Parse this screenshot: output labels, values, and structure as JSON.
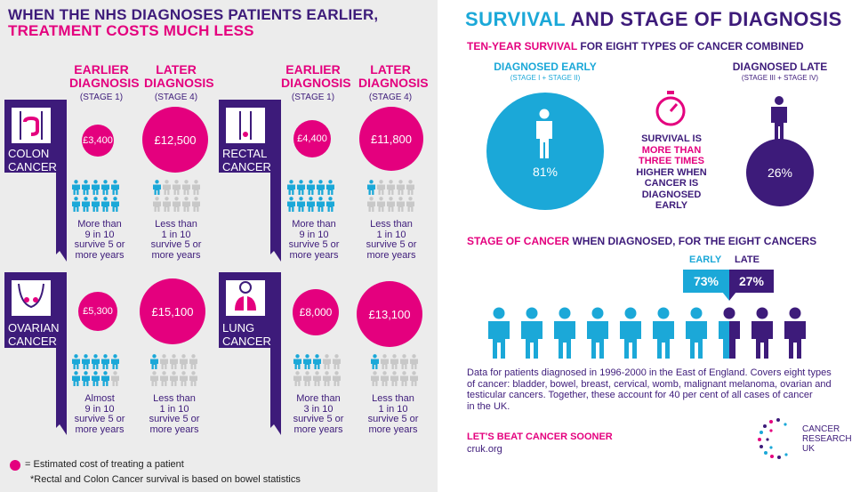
{
  "left": {
    "headline_line1": "WHEN THE NHS DIAGNOSES PATIENTS EARLIER,",
    "headline_line2": "TREATMENT COSTS MUCH LESS",
    "earlier_label": [
      "EARLIER",
      "DIAGNOSIS"
    ],
    "earlier_sub": "(STAGE 1)",
    "later_label": [
      "LATER",
      "DIAGNOSIS"
    ],
    "later_sub": "(STAGE 4)",
    "cancers": [
      {
        "name": [
          "COLON",
          "CANCER"
        ],
        "early_cost": "£3,400",
        "late_cost": "£12,500",
        "early_survival": [
          "More than",
          "9 in 10",
          "survive 5 or",
          "more years"
        ],
        "late_survival": [
          "Less than",
          "1 in 10",
          "survive 5 or",
          "more years"
        ]
      },
      {
        "name": [
          "RECTAL",
          "CANCER"
        ],
        "early_cost": "£4,400",
        "late_cost": "£11,800",
        "early_survival": [
          "More than",
          "9 in 10",
          "survive 5 or",
          "more years"
        ],
        "late_survival": [
          "Less than",
          "1 in 10",
          "survive 5 or",
          "more years"
        ]
      },
      {
        "name": [
          "OVARIAN",
          "CANCER"
        ],
        "early_cost": "£5,300",
        "late_cost": "£15,100",
        "early_survival": [
          "Almost",
          "9 in 10",
          "survive 5 or",
          "more years"
        ],
        "late_survival": [
          "Less than",
          "1 in 10",
          "survive 5 or",
          "more years"
        ]
      },
      {
        "name": [
          "LUNG",
          "CANCER"
        ],
        "early_cost": "£8,000",
        "late_cost": "£13,100",
        "early_survival": [
          "More than",
          "3 in 10",
          "survive 5 or",
          "more years"
        ],
        "late_survival": [
          "Less than",
          "1 in 10",
          "survive 5 or",
          "more years"
        ]
      }
    ],
    "legend": "= Estimated cost of treating a patient",
    "footnote": "*Rectal and Colon Cancer survival is based on bowel statistics"
  },
  "right": {
    "title_part1": "SURVIVAL",
    "title_part2": "AND STAGE OF DIAGNOSIS",
    "subtitle_part1": "TEN-YEAR SURVIVAL",
    "subtitle_part2": "FOR EIGHT TYPES OF CANCER COMBINED",
    "early_label": "DIAGNOSED EARLY",
    "early_sub": "(STAGE I + STAGE II)",
    "early_value": "81%",
    "late_label": "DIAGNOSED LATE",
    "late_sub": "(STAGE III + STAGE IV)",
    "late_value": "26%",
    "middle_text": [
      "SURVIVAL IS",
      "MORE THAN",
      "THREE TIMES",
      "HIGHER WHEN",
      "CANCER IS",
      "DIAGNOSED",
      "EARLY"
    ],
    "stage_title_part1": "STAGE OF CANCER",
    "stage_title_part2": "WHEN DIAGNOSED, FOR THE EIGHT CANCERS",
    "early_tag": "EARLY",
    "late_tag": "LATE",
    "early_pct": "73%",
    "late_pct": "27%",
    "note": [
      "Data for patients diagnosed in 1996-2000 in the East of England. Covers eight types",
      "of cancer: bladder, bowel, breast, cervical, womb, malignant melanoma, ovarian and",
      "testicular cancers. Together, these account for 40 per cent of all cases of cancer",
      "in the UK."
    ],
    "cta": "LET'S BEAT CANCER SOONER",
    "url": "cruk.org",
    "logo_text": [
      "CANCER",
      "RESEARCH",
      "UK"
    ]
  },
  "colors": {
    "purple": "#3d1b7a",
    "pink": "#e4007e",
    "cyan": "#1ba8d8",
    "grey": "#c8c8c8"
  }
}
